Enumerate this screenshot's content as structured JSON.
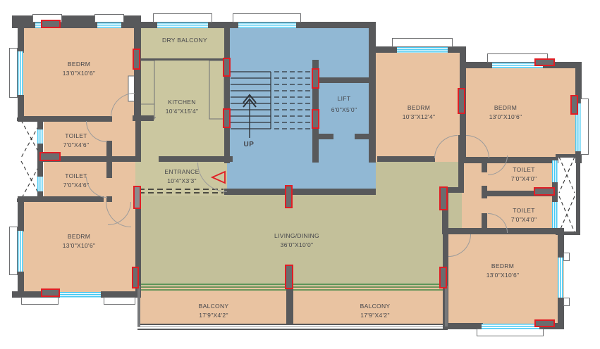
{
  "plan": {
    "rooms": {
      "bedroom_tl": {
        "name": "BEDRM",
        "dims": "13'0\"X10'6\""
      },
      "bedroom_bl": {
        "name": "BEDRM",
        "dims": "13'0\"X10'6\""
      },
      "bedroom_r1": {
        "name": "BEDRM",
        "dims": "10'3\"X12'4\""
      },
      "bedroom_tr": {
        "name": "BEDRM",
        "dims": "13'0\"X10'6\""
      },
      "bedroom_br": {
        "name": "BEDRM",
        "dims": "13'0\"X10'6\""
      },
      "toilet_l1": {
        "name": "TOILET",
        "dims": "7'0\"X4'6\""
      },
      "toilet_l2": {
        "name": "TOILET",
        "dims": "7'0\"X4'6\""
      },
      "toilet_r1": {
        "name": "TOILET",
        "dims": "7'0\"X4'0\""
      },
      "toilet_r2": {
        "name": "TOILET",
        "dims": "7'0\"X4'0\""
      },
      "kitchen": {
        "name": "KITCHEN",
        "dims": "10'4\"X15'4\""
      },
      "dry_balcony": {
        "name": "DRY BALCONY",
        "dims": ""
      },
      "entrance": {
        "name": "ENTRANCE",
        "dims": "10'4\"X3'3\""
      },
      "lift": {
        "name": "LIFT",
        "dims": "6'0\"X5'0\""
      },
      "living_dining": {
        "name": "LIVING/DINING",
        "dims": "36'0\"X10'0\""
      },
      "balcony_l": {
        "name": "BALCONY",
        "dims": "17'9\"X4'2\""
      },
      "balcony_r": {
        "name": "BALCONY",
        "dims": "17'9\"X4'2\""
      }
    },
    "stairs": {
      "direction_label": "UP"
    },
    "colors": {
      "room_fill": "#e9c3a1",
      "service_fill": "#cbc7a0",
      "living_fill": "#c3c09a",
      "stair_fill": "#91b8d4",
      "wall": "#58595b",
      "accent_red": "#e01e25",
      "window_cyan": "#45c8f2",
      "plant_green": "#1e7b33",
      "label_text": "#45464b"
    }
  }
}
